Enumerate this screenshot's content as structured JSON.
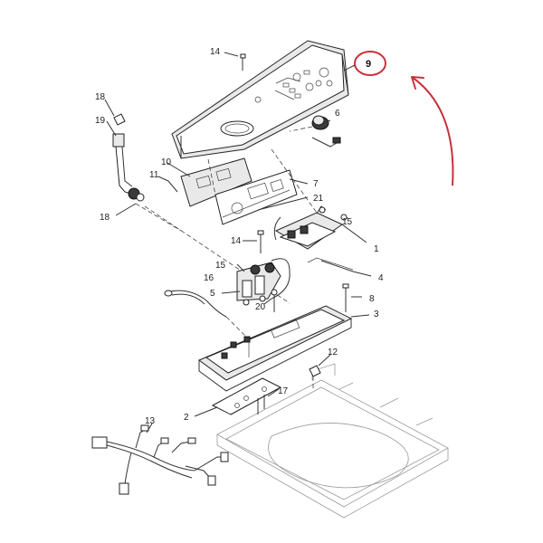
{
  "labels": {
    "p1": "1",
    "p2": "2",
    "p3": "3",
    "p4": "4",
    "p5": "5",
    "p6": "6",
    "p7": "7",
    "p8": "8",
    "p9": "9",
    "p10": "10",
    "p11": "11",
    "p12": "12",
    "p13": "13",
    "p14a": "14",
    "p14b": "14",
    "p15a": "15",
    "p15b": "15",
    "p16": "16",
    "p17": "17",
    "p18a": "18",
    "p18b": "18",
    "p19": "19",
    "p20": "20",
    "p21": "21"
  },
  "colors": {
    "highlight": "#c8323c",
    "linework": "#333333"
  },
  "highlighted_part": "9"
}
